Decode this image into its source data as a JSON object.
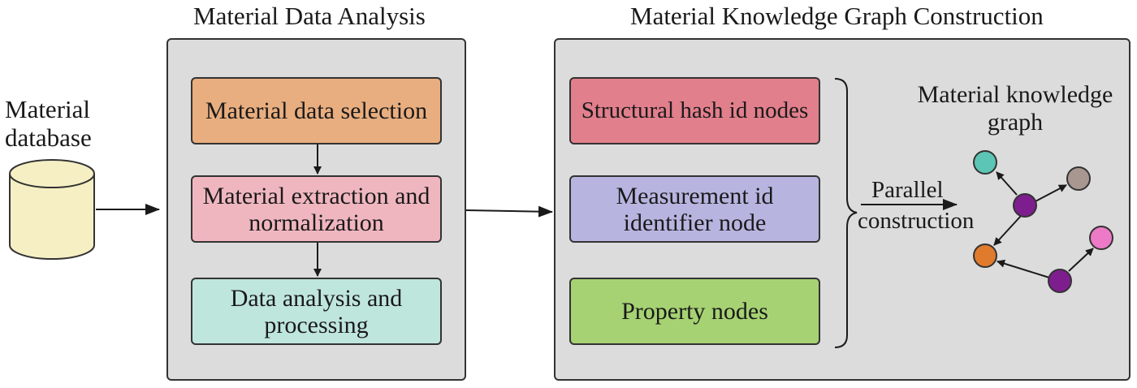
{
  "source": {
    "label_line1": "Material",
    "label_line2": "database"
  },
  "analysis": {
    "title": "Material Data Analysis",
    "steps": [
      {
        "label": "Material data selection",
        "color": "#e9ae7f"
      },
      {
        "label": "Material extraction and normalization",
        "color": "#f0b6bf"
      },
      {
        "label": "Data analysis and processing",
        "color": "#bfe6dd"
      }
    ]
  },
  "construction": {
    "title": "Material Knowledge Graph Construction",
    "nodes": [
      {
        "label": "Structural hash id nodes",
        "color": "#e27f8c"
      },
      {
        "label": "Measurement id identifier node",
        "color": "#b7b5e0"
      },
      {
        "label": "Property nodes",
        "color": "#a6d273"
      }
    ],
    "parallel_line1": "Parallel",
    "parallel_line2": "construction",
    "graph_title_line1": "Material knowledge",
    "graph_title_line2": "graph",
    "graph_colors": {
      "teal": "#5cc5b5",
      "gray": "#a89791",
      "purple": "#7e1e8e",
      "orange": "#e07a2c",
      "pink": "#ec7ac7"
    }
  }
}
